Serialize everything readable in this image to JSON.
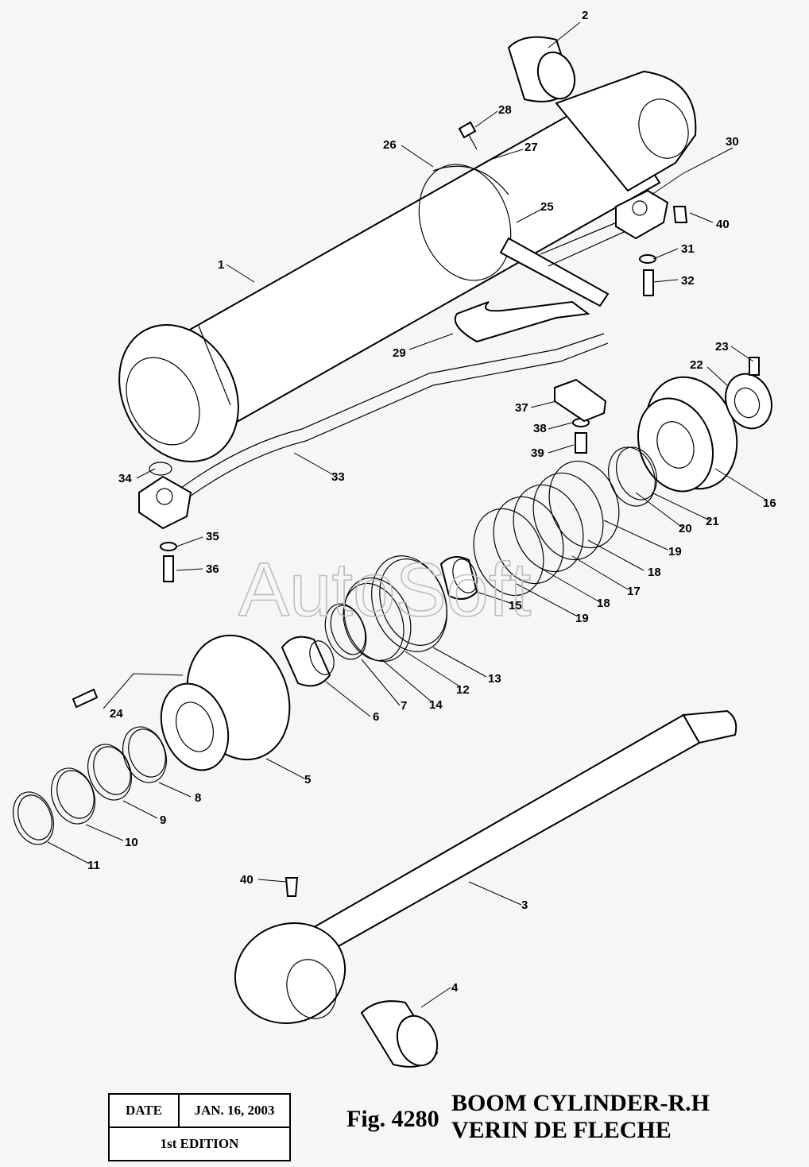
{
  "watermark": "AutoSoft",
  "parts": [
    {
      "id": "p1",
      "label": "1"
    },
    {
      "id": "p2",
      "label": "2"
    },
    {
      "id": "p3",
      "label": "3"
    },
    {
      "id": "p4",
      "label": "4"
    },
    {
      "id": "p5",
      "label": "5"
    },
    {
      "id": "p6",
      "label": "6"
    },
    {
      "id": "p7",
      "label": "7"
    },
    {
      "id": "p8",
      "label": "8"
    },
    {
      "id": "p9",
      "label": "9"
    },
    {
      "id": "p10",
      "label": "10"
    },
    {
      "id": "p11",
      "label": "11"
    },
    {
      "id": "p12",
      "label": "12"
    },
    {
      "id": "p13",
      "label": "13"
    },
    {
      "id": "p14",
      "label": "14"
    },
    {
      "id": "p15",
      "label": "15"
    },
    {
      "id": "p16",
      "label": "16"
    },
    {
      "id": "p17",
      "label": "17"
    },
    {
      "id": "p18a",
      "label": "18"
    },
    {
      "id": "p18b",
      "label": "18"
    },
    {
      "id": "p19a",
      "label": "19"
    },
    {
      "id": "p19b",
      "label": "19"
    },
    {
      "id": "p20",
      "label": "20"
    },
    {
      "id": "p21",
      "label": "21"
    },
    {
      "id": "p22",
      "label": "22"
    },
    {
      "id": "p23",
      "label": "23"
    },
    {
      "id": "p24",
      "label": "24"
    },
    {
      "id": "p25",
      "label": "25"
    },
    {
      "id": "p26",
      "label": "26"
    },
    {
      "id": "p27",
      "label": "27"
    },
    {
      "id": "p28",
      "label": "28"
    },
    {
      "id": "p29",
      "label": "29"
    },
    {
      "id": "p30",
      "label": "30"
    },
    {
      "id": "p31",
      "label": "31"
    },
    {
      "id": "p32",
      "label": "32"
    },
    {
      "id": "p33",
      "label": "33"
    },
    {
      "id": "p34",
      "label": "34"
    },
    {
      "id": "p35",
      "label": "35"
    },
    {
      "id": "p36",
      "label": "36"
    },
    {
      "id": "p37",
      "label": "37"
    },
    {
      "id": "p38",
      "label": "38"
    },
    {
      "id": "p39",
      "label": "39"
    },
    {
      "id": "p40a",
      "label": "40"
    },
    {
      "id": "p40b",
      "label": "40"
    }
  ],
  "footer": {
    "date_label": "DATE",
    "date_value": "JAN. 16, 2003",
    "edition": "1st EDITION",
    "fig_number": "Fig. 4280",
    "title_en": "BOOM CYLINDER-R.H",
    "title_fr": "VERIN DE FLECHE"
  }
}
